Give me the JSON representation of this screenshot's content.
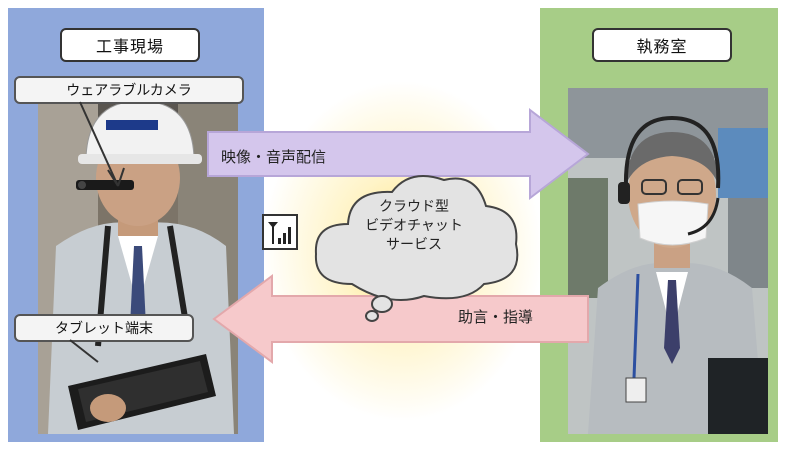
{
  "labels": {
    "site": "工事現場",
    "office": "執務室",
    "camera": "ウェアラブルカメラ",
    "tablet": "タブレット端末"
  },
  "arrows": {
    "upstream": "映像・音声配信",
    "downstream": "助言・指導"
  },
  "cloud": {
    "line1": "クラウド型",
    "line2": "ビデオチャット",
    "line3": "サービス"
  },
  "icons": {
    "signal": "antenna-signal-icon"
  },
  "colors": {
    "site_panel": "#8fa8db",
    "office_panel": "#a7cd87",
    "upstream_arrow": "#d4c6ec",
    "downstream_arrow": "#f6c9cb",
    "glow": "#ffe07a"
  }
}
